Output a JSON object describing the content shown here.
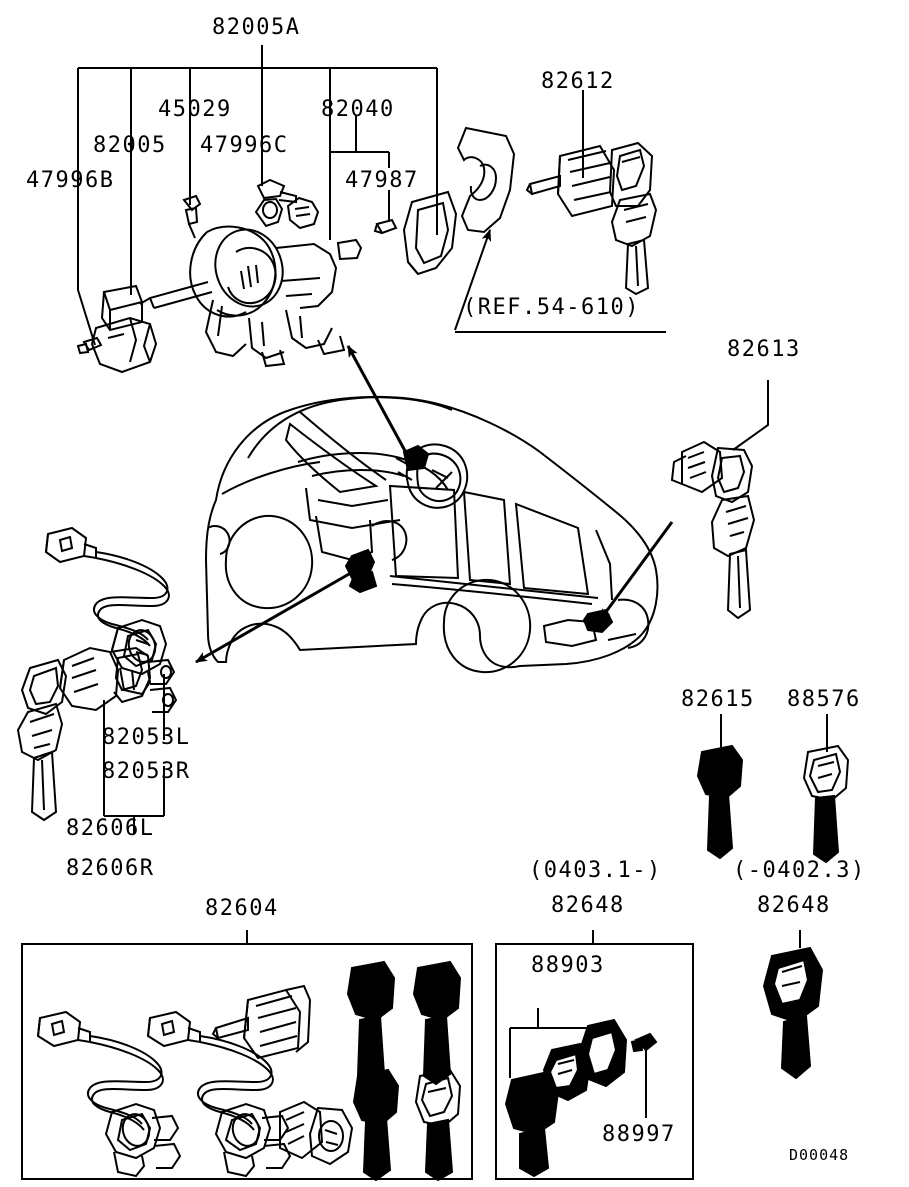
{
  "diagram": {
    "drawing_code": "D00048",
    "type": "automotive-parts-exploded-view",
    "subject": "Ignition switch, door lock cylinders and key set",
    "vehicle": "minivan"
  },
  "labels": {
    "l_82005A": "82005A",
    "l_45029": "45029",
    "l_82040": "82040",
    "l_82005": "82005",
    "l_47996C": "47996C",
    "l_47996B": "47996B",
    "l_47987": "47987",
    "l_82612": "82612",
    "l_ref": "(REF.54-610)",
    "l_82613": "82613",
    "l_82053L": "82053L",
    "l_82053R": "82053R",
    "l_82606L": "82606L",
    "l_82606R": "82606R",
    "l_82615": "82615",
    "l_88576": "88576",
    "l_82604": "82604",
    "l_88903": "88903",
    "l_88997": "88997",
    "l_date_new": "(0403.1-)",
    "l_82648_new": "82648",
    "l_date_old": "(-0402.3)",
    "l_82648_old": "82648"
  },
  "colors": {
    "line": "#000000",
    "background": "#ffffff",
    "fill_dark": "#000000"
  }
}
